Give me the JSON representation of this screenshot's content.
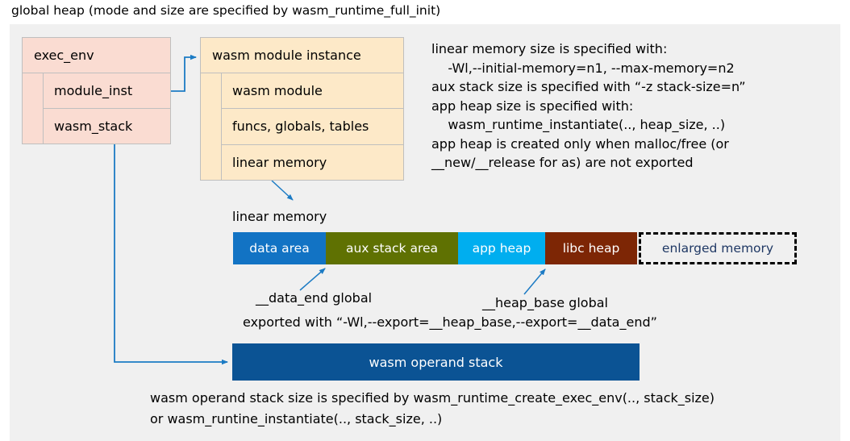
{
  "title": "global heap (mode and size are specified by wasm_runtime_full_init)",
  "exec_env": {
    "header": "exec_env",
    "rows": [
      "module_inst",
      "wasm_stack"
    ],
    "fill": "#fadcd2"
  },
  "module_instance": {
    "header": "wasm module instance",
    "rows": [
      "wasm module",
      "funcs, globals, tables",
      "linear memory"
    ],
    "fill": "#fde9c8"
  },
  "right_notes": "linear memory size is specified with:\n    -Wl,--initial-memory=n1, --max-memory=n2\naux stack size is specified with “-z stack-size=n”\napp heap size is specified with:\n    wasm_runtime_instantiate(.., heap_size, ..)\napp heap is created only when malloc/free (or\n__new/__release for as) are not exported",
  "linear_memory": {
    "label": "linear memory",
    "segments": [
      {
        "label": "data area",
        "color": "#1273c4",
        "text_color": "#ffffff",
        "width": 115,
        "style": "solid"
      },
      {
        "label": "aux stack area",
        "color": "#5f7102",
        "text_color": "#ffffff",
        "width": 164,
        "style": "solid"
      },
      {
        "label": "app heap",
        "color": "#00aeef",
        "text_color": "#ffffff",
        "width": 108,
        "style": "solid"
      },
      {
        "label": "libc heap",
        "color": "#7d2605",
        "text_color": "#ffffff",
        "width": 114,
        "style": "solid"
      },
      {
        "label": "enlarged memory",
        "color": "#f0f0f0",
        "text_color": "#1f3864",
        "width": 196,
        "style": "dashed"
      }
    ]
  },
  "annotations": {
    "data_end": "__data_end global",
    "heap_base": "__heap_base global",
    "exported": "exported with “-Wl,--export=__heap_base,--export=__data_end”"
  },
  "operand_stack": {
    "label": "wasm operand stack",
    "color": "#0b5394",
    "text_color": "#ffffff"
  },
  "bottom_note": "wasm operand stack size is specified by wasm_runtime_create_exec_env(.., stack_size)\nor wasm_runtine_instantiate(.., stack_size, ..)",
  "colors": {
    "canvas_bg": "#f0f0f0",
    "arrow": "#1c7bc4",
    "box_border": "#bfbfbf"
  }
}
